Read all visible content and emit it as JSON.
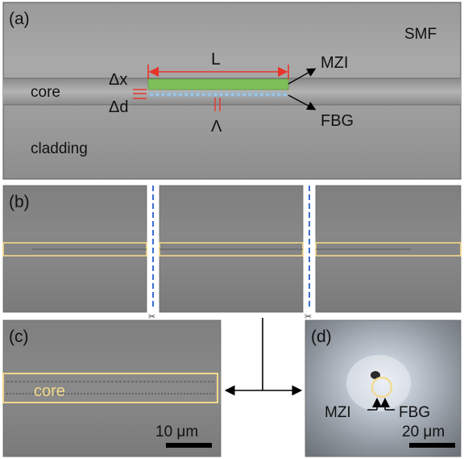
{
  "panel_a": {
    "label": "(a)",
    "smf": "SMF",
    "core": "core",
    "cladding": "cladding",
    "length": "L",
    "dx": "Δx",
    "dd": "Δd",
    "period": "Λ",
    "mzi": "MZI",
    "fbg": "FBG"
  },
  "panel_b": {
    "label": "(b)"
  },
  "panel_c": {
    "label": "(c)",
    "core": "core",
    "scale": "10 μm"
  },
  "panel_d": {
    "label": "(d)",
    "mzi": "MZI",
    "fbg": "FBG",
    "scale": "20 μm"
  },
  "colors": {
    "mzi_bar": "#7fbf5a",
    "fbg_dots": "#9fc3de",
    "highlight": "#f2d98a",
    "arrow_red": "#e8352a",
    "cut_line": "#3a6fd0"
  }
}
